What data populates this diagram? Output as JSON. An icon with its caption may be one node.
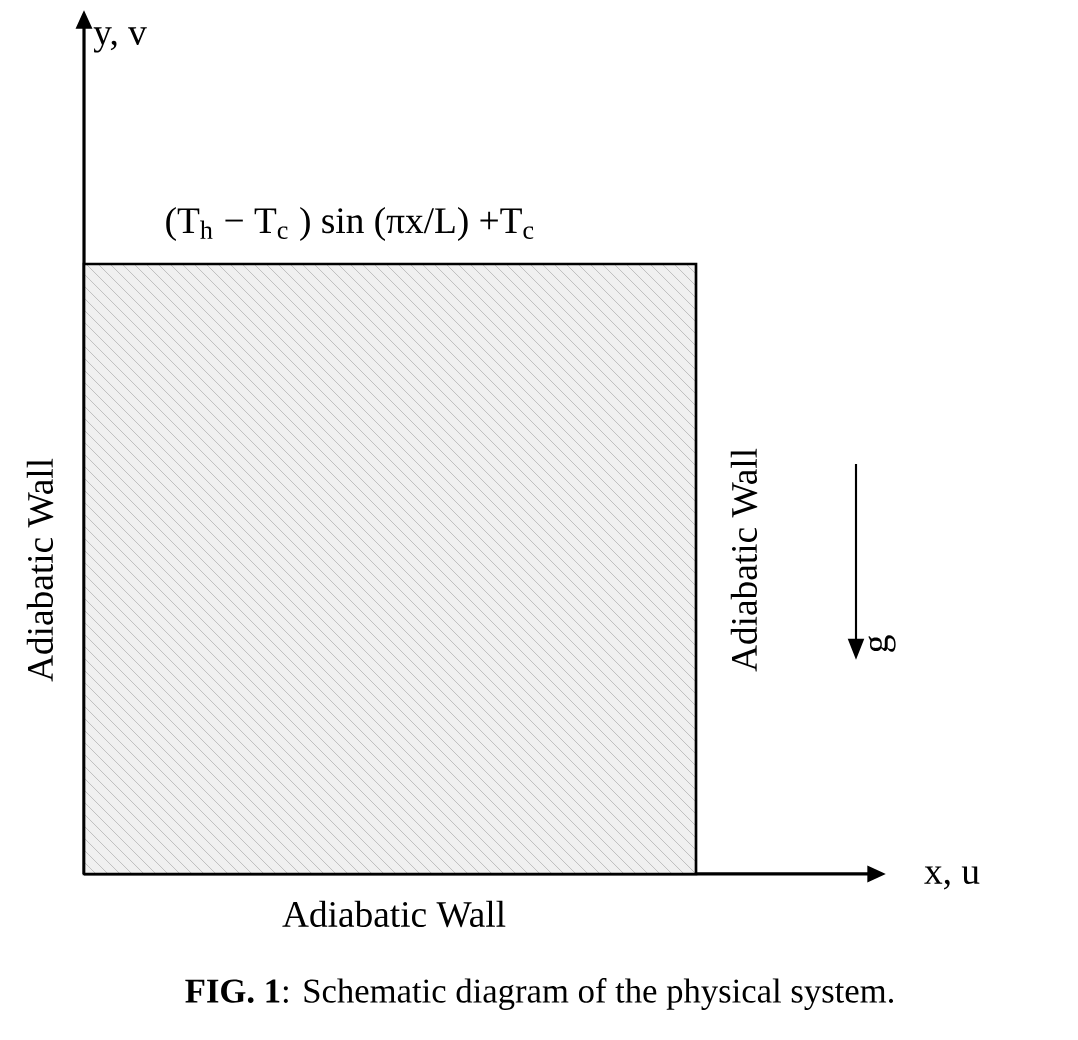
{
  "diagram": {
    "caption": "**FIG. 1**: Schematic diagram of the physical system.",
    "nodes": [
      {
        "text": [
          "(T$_{h}$ − T$_{c}$ ) sin (πx/L) +T$_{c}$",
          "Adiabatic   Wall",
          "Adiabatic   Wall",
          "Adiabatic   Wall"
        ]
      }
    ],
    "labels": [
      "y, v",
      "x, u",
      "g"
    ]
  }
}
